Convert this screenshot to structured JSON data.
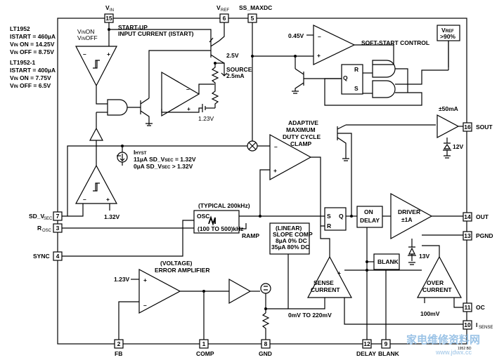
{
  "pins": [
    {
      "num": "15",
      "name": "V",
      "sub": "IN"
    },
    {
      "num": "6",
      "name": "V",
      "sub": "REF"
    },
    {
      "num": "5",
      "name": "SS_MAXDC",
      "sub": ""
    },
    {
      "num": "7",
      "name": "SD_V",
      "sub": "SEC"
    },
    {
      "num": "3",
      "name": "R",
      "sub": "OSC"
    },
    {
      "num": "4",
      "name": "SYNC",
      "sub": ""
    },
    {
      "num": "2",
      "name": "FB",
      "sub": ""
    },
    {
      "num": "1",
      "name": "COMP",
      "sub": ""
    },
    {
      "num": "8",
      "name": "GND",
      "sub": ""
    },
    {
      "num": "12",
      "name": "DELAY",
      "sub": ""
    },
    {
      "num": "9",
      "name": "BLANK",
      "sub": ""
    },
    {
      "num": "16",
      "name": "SOUT",
      "sub": ""
    },
    {
      "num": "14",
      "name": "OUT",
      "sub": ""
    },
    {
      "num": "13",
      "name": "PGND",
      "sub": ""
    },
    {
      "num": "11",
      "name": "OC",
      "sub": ""
    },
    {
      "num": "10",
      "name": "I",
      "sub": "SENSE"
    }
  ],
  "notes": {
    "lt1952": [
      "LT1952",
      "ISTART = 460µA",
      "V",
      "IN",
      " ON = 14.25V",
      "V",
      "IN",
      " OFF = 8.75V"
    ],
    "lt1952_1": [
      "LT1952-1",
      "ISTART = 400µA",
      "V",
      "IN",
      " ON = 7.75V",
      "V",
      "IN",
      " OFF = 6.5V"
    ]
  },
  "labels": {
    "startup": [
      "START-UP",
      "INPUT CURRENT (ISTART)"
    ],
    "vin_on": "ON",
    "vin_off": "OFF",
    "v045": "0.45V",
    "softstart": "SOFT-START CONTROL",
    "vref90_a": "V",
    "vref90_sub": "REF",
    "vref90_b": ">90%",
    "v25": "2.5V",
    "source": [
      "SOURCE",
      "2.5mA"
    ],
    "v123_top": "1.23V",
    "adaptive": [
      "ADAPTIVE",
      "MAXIMUM",
      "DUTY CYCLE",
      "CLAMP"
    ],
    "ihyst_i": "I",
    "ihyst_sub": "HYST",
    "ihyst_line1": "11µA SD_V",
    "ihyst_line1b": " = 1.32V",
    "ihyst_line2": "0µA SD_V",
    "ihyst_line2b": " > 1.32V",
    "sec": "SEC",
    "v132": "1.32V",
    "typical": "(TYPICAL 200kHz)",
    "osc": "OSC",
    "osc_range": "(100 TO 500)kHz",
    "ramp": "RAMP",
    "slope": [
      "(LINEAR)",
      "SLOPE COMP",
      "8µA 0% DC",
      "35µA 80% DC"
    ],
    "sr_s": "S",
    "sr_r": "R",
    "sr_q": "Q",
    "on_delay": [
      "ON",
      "DELAY"
    ],
    "driver": [
      "DRIVER",
      "±1A"
    ],
    "v13": "13V",
    "blank": "BLANK",
    "sense_current": [
      "SENSE",
      "CURRENT"
    ],
    "over_current": [
      "OVER",
      "CURRENT"
    ],
    "mv100": "100mV",
    "mv_range": "0mV TO 220mV",
    "voltage_amp": [
      "(VOLTAGE)",
      "ERROR AMPLIFIER"
    ],
    "v123_left": "1.23V",
    "ma50": "±50mA",
    "v12": "12V",
    "plus": "+",
    "minus": "–",
    "code": "1952 BD"
  },
  "watermark": {
    "cn": "家电维修资料网",
    "url": "www.jdwx.cc"
  }
}
